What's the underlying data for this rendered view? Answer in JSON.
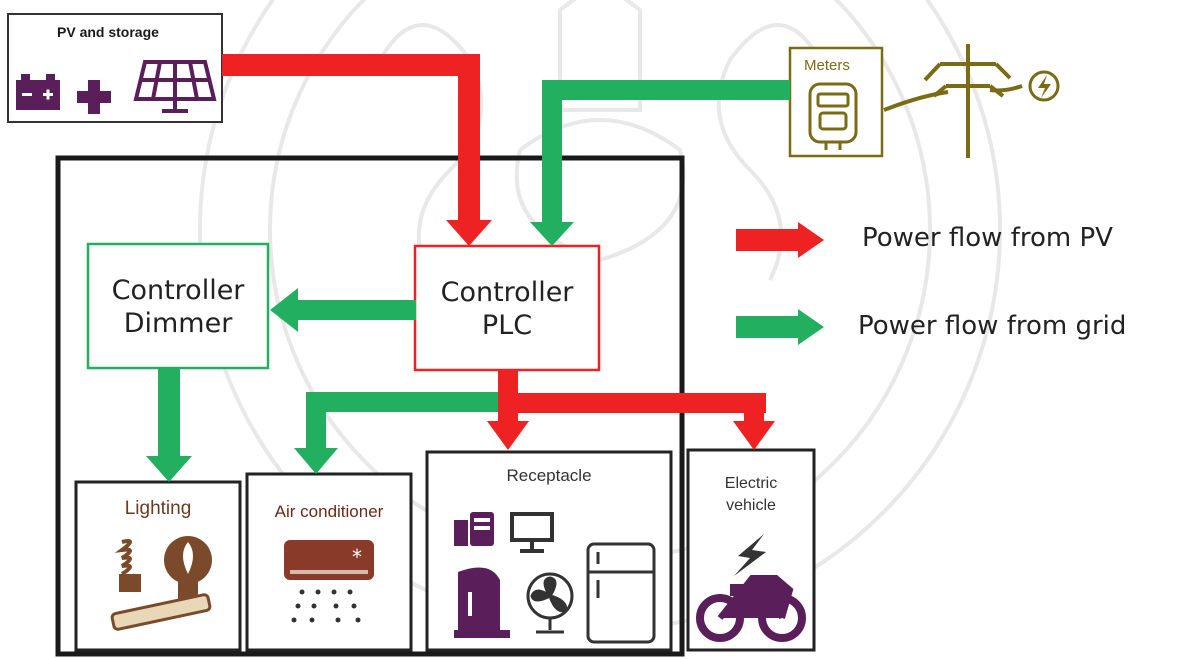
{
  "pv_storage": {
    "title": "PV and storage",
    "icons": [
      "battery-icon",
      "plus-icon",
      "solar-panel-icon"
    ]
  },
  "meters": {
    "title": "Meters",
    "icons": [
      "meter-icon",
      "power-pole-icon",
      "lightning-circle-icon"
    ]
  },
  "controller_dimmer": {
    "line1": "Controller",
    "line2": "Dimmer"
  },
  "controller_plc": {
    "line1": "Controller",
    "line2": "PLC"
  },
  "loads": {
    "lighting": {
      "label": "Lighting",
      "icons": [
        "cfl-bulb-icon",
        "led-bulb-icon",
        "fluorescent-tube-icon"
      ]
    },
    "air_conditioner": {
      "label": "Air conditioner",
      "icons": [
        "air-conditioner-icon"
      ]
    },
    "receptacle": {
      "label": "Receptacle",
      "icons": [
        "blender-icon",
        "monitor-icon",
        "kettle-icon",
        "fan-icon",
        "refrigerator-icon"
      ]
    },
    "electric_vehicle": {
      "line1": "Electric",
      "line2": "vehicle",
      "icons": [
        "lightning-icon",
        "motorcycle-icon"
      ]
    }
  },
  "legend": {
    "pv": {
      "label": "Power flow from PV",
      "color": "#ee2222"
    },
    "grid": {
      "label": "Power flow from grid",
      "color": "#22b060"
    }
  }
}
